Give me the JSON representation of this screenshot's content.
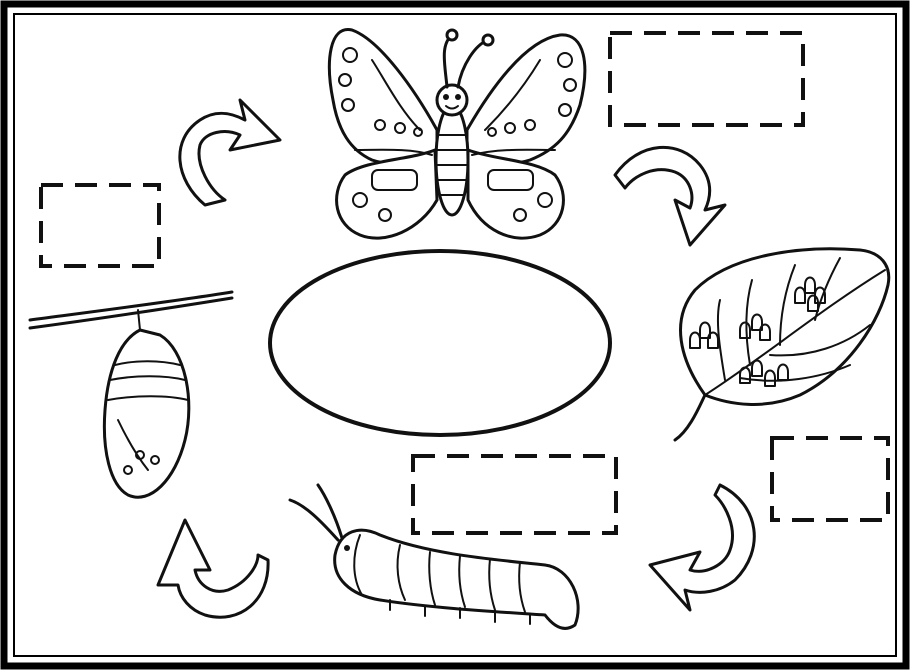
{
  "worksheet": {
    "title": "",
    "stages": [
      {
        "id": "adult",
        "label": "",
        "icon": "butterfly-icon"
      },
      {
        "id": "egg",
        "label": "",
        "icon": "leaf-with-eggs-icon"
      },
      {
        "id": "larva",
        "label": "",
        "icon": "caterpillar-icon"
      },
      {
        "id": "pupa",
        "label": "",
        "icon": "chrysalis-icon"
      }
    ],
    "center_label": "",
    "colors": {
      "ink": "#111111",
      "paper": "#ffffff"
    }
  }
}
